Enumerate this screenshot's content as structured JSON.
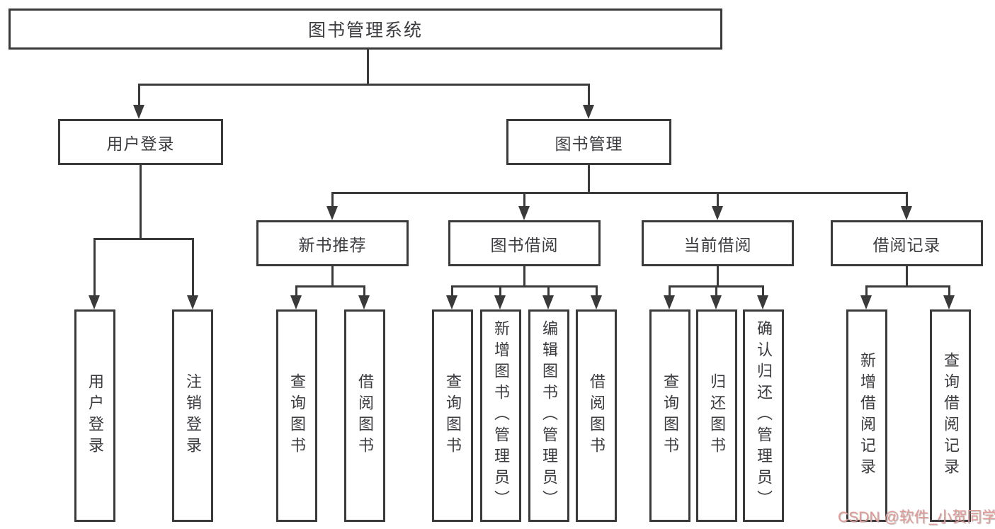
{
  "root": {
    "label": "图书管理系统"
  },
  "level2": [
    {
      "label": "用户登录"
    },
    {
      "label": "图书管理"
    }
  ],
  "level3": [
    {
      "label": "新书推荐",
      "parent": "图书管理"
    },
    {
      "label": "图书借阅",
      "parent": "图书管理"
    },
    {
      "label": "当前借阅",
      "parent": "图书管理"
    },
    {
      "label": "借阅记录",
      "parent": "图书管理"
    }
  ],
  "leaves": [
    {
      "label": "用户登录",
      "parent": "用户登录"
    },
    {
      "label": "注销登录",
      "parent": "用户登录"
    },
    {
      "label": "查询图书",
      "parent": "新书推荐"
    },
    {
      "label": "借阅图书",
      "parent": "新书推荐"
    },
    {
      "label": "查询图书",
      "parent": "图书借阅"
    },
    {
      "label": "新增图书（管理员）",
      "parent": "图书借阅"
    },
    {
      "label": "编辑图书（管理员）",
      "parent": "图书借阅"
    },
    {
      "label": "借阅图书",
      "parent": "图书借阅"
    },
    {
      "label": "查询图书",
      "parent": "当前借阅"
    },
    {
      "label": "归还图书",
      "parent": "当前借阅"
    },
    {
      "label": "确认归还（管理员）",
      "parent": "当前借阅"
    },
    {
      "label": "新增借阅记录",
      "parent": "借阅记录"
    },
    {
      "label": "查询借阅记录",
      "parent": "借阅记录"
    }
  ],
  "watermark": {
    "text": "CSDN @软件_小贺同学",
    "color": "#e29a95"
  },
  "colors": {
    "line": "#3a3a3a",
    "box_border": "#3a3a3a",
    "box_fill": "#ffffff",
    "text": "#3b3b40",
    "background": "#ffffff"
  }
}
